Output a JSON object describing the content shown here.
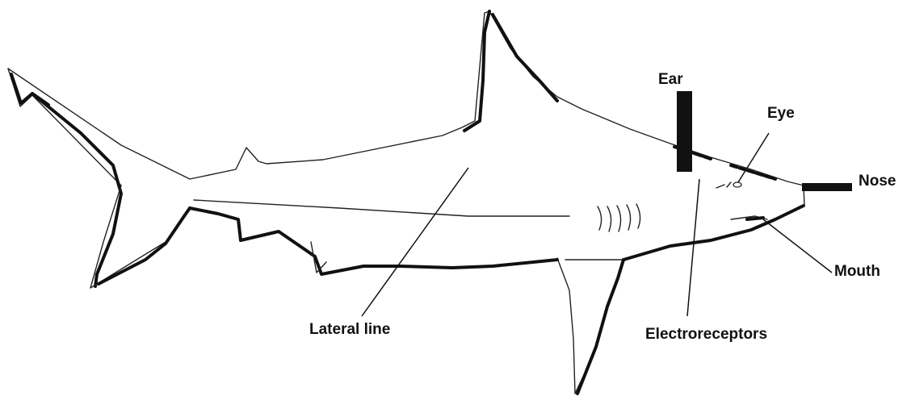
{
  "labels": {
    "ear": "Ear",
    "eye": "Eye",
    "nose": "Nose",
    "mouth": "Mouth",
    "lateral_line": "Lateral line",
    "electroreceptors": "Electroreceptors"
  }
}
